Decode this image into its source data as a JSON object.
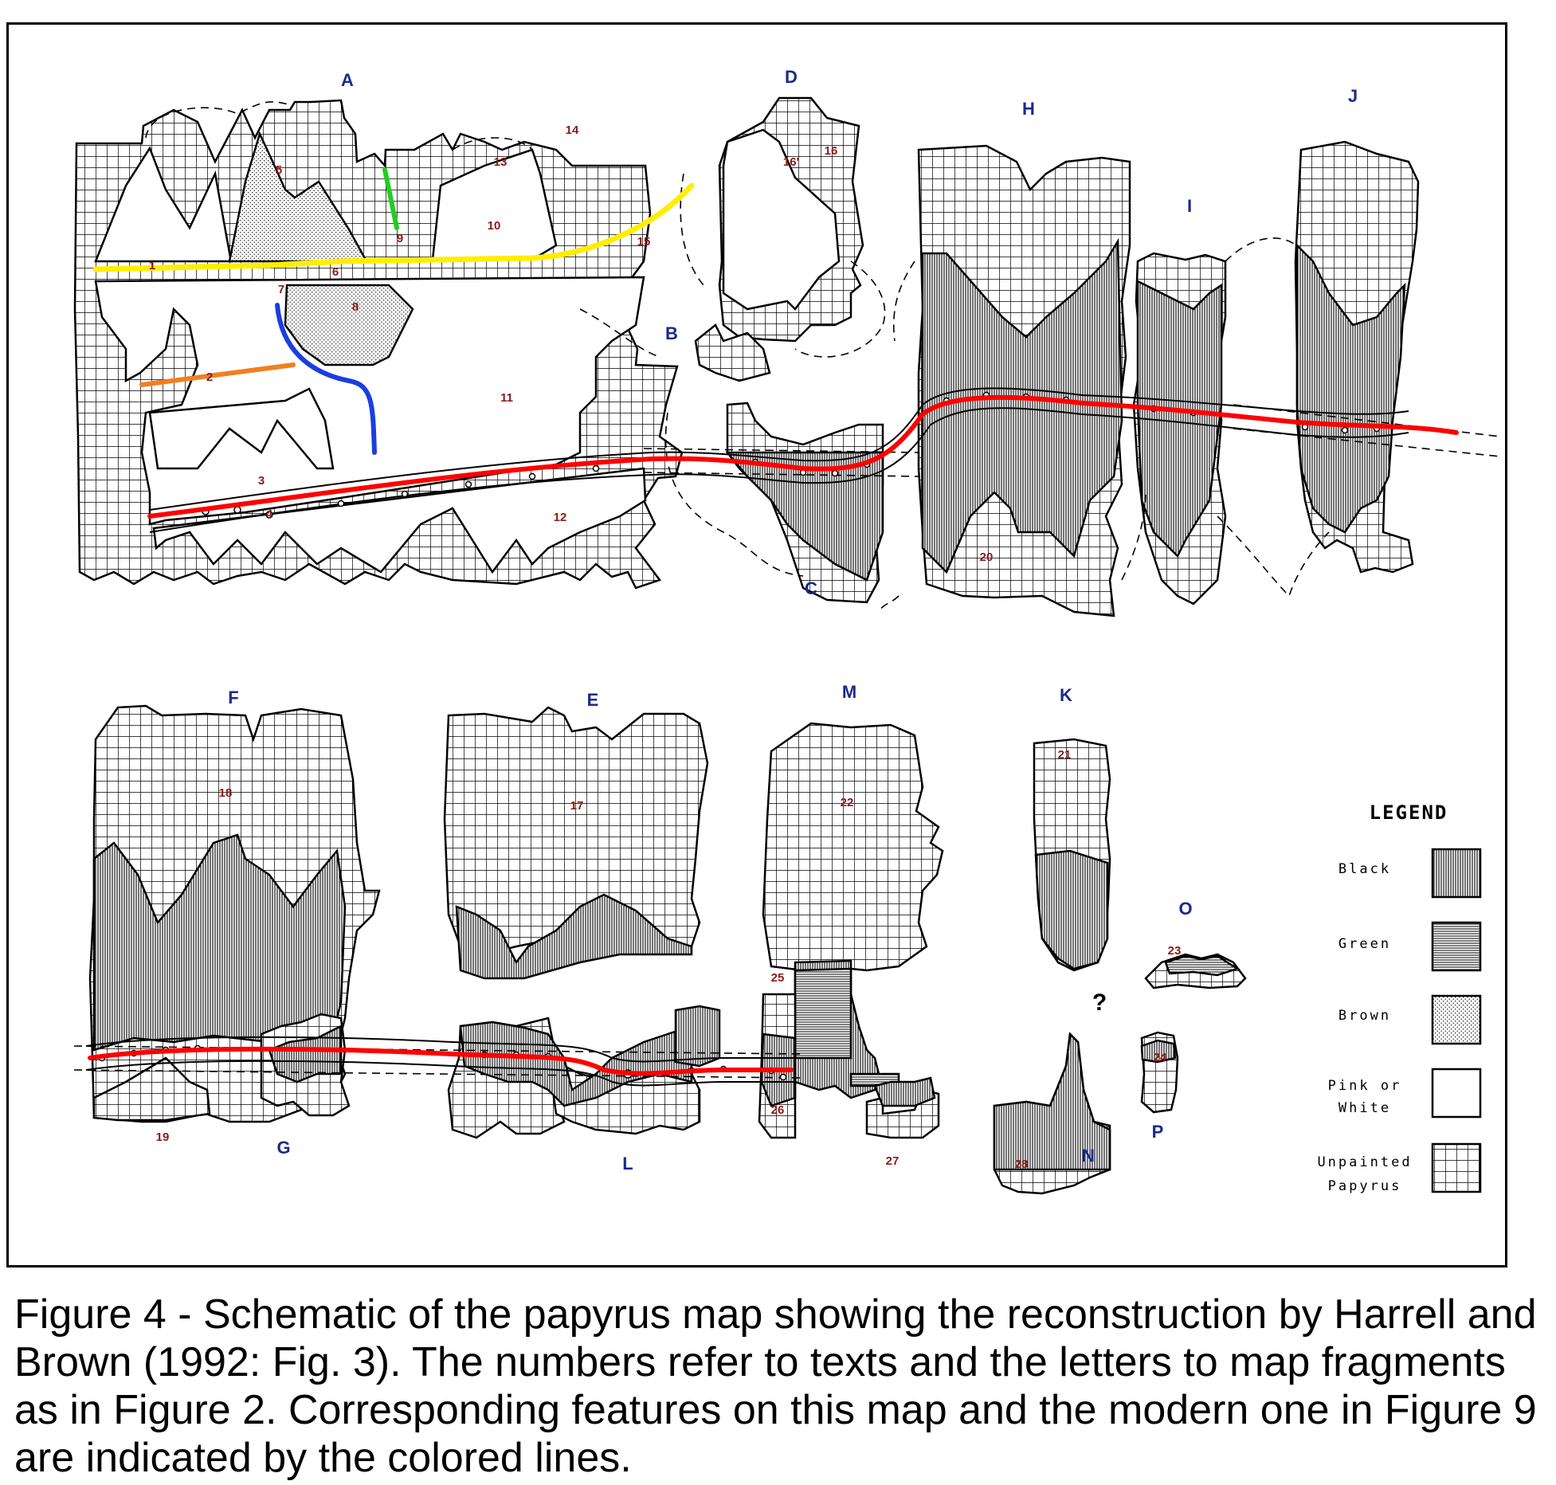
{
  "fragments": {
    "A": "A",
    "B": "B",
    "C": "C",
    "D": "D",
    "E": "E",
    "F": "F",
    "G": "G",
    "H": "H",
    "I": "I",
    "J": "J",
    "K": "K",
    "L": "L",
    "M": "M",
    "N": "N",
    "O": "O",
    "P": "P",
    "unknown": "?"
  },
  "texts": {
    "t1": "1",
    "t2": "2",
    "t3": "3",
    "t4": "4",
    "t5": "5",
    "t6": "6",
    "t7": "7",
    "t8": "8",
    "t9": "9",
    "t10": "10",
    "t11": "11",
    "t12": "12",
    "t13": "13",
    "t14": "14",
    "t15": "15",
    "t16": "16",
    "t16p": "16'",
    "t17": "17",
    "t18": "18",
    "t19": "19",
    "t20": "20",
    "t21": "21",
    "t22": "22",
    "t23": "23",
    "t24": "24",
    "t25": "25",
    "t26": "26",
    "t27": "27",
    "t28": "28"
  },
  "legend": {
    "title": "LEGEND",
    "items": [
      {
        "key": "black",
        "line1": "Black",
        "line2": ""
      },
      {
        "key": "green",
        "line1": "Green",
        "line2": ""
      },
      {
        "key": "brown",
        "line1": "Brown",
        "line2": ""
      },
      {
        "key": "pink_white",
        "line1": "Pink or",
        "line2": "White"
      },
      {
        "key": "unpainted",
        "line1": "Unpainted",
        "line2": "Papyrus"
      }
    ]
  },
  "feature_colors": {
    "road_red": "#ff0000",
    "line_yellow": "#ffee00",
    "line_green": "#22cc22",
    "line_blue": "#1a3fe0",
    "line_orange": "#f08020",
    "fragment_letter": "#1a2a8a",
    "text_number": "#8b1a1a"
  },
  "caption": "Figure 4 - Schematic of the papyrus map showing the reconstruction by Harrell and Brown (1992: Fig. 3). The numbers refer to texts and the letters to map fragments as in Figure 2. Corresponding features on this map and the modern one in Figure 9 are indicated by the colored lines."
}
